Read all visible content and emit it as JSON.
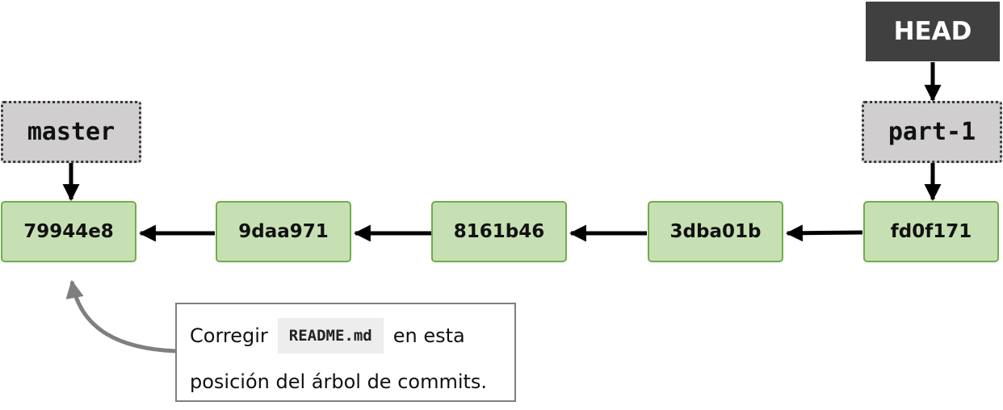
{
  "head": {
    "label": "HEAD",
    "color": "#404040"
  },
  "branches": {
    "master": "master",
    "part1": "part-1"
  },
  "commits": [
    "79944e8",
    "9daa971",
    "8161b46",
    "3dba01b",
    "fd0f171"
  ],
  "colors": {
    "commit_fill": "#c6e0b4",
    "commit_border": "#70ad47",
    "ref_fill": "#d0cece",
    "note_arrow": "#7f7f7f"
  },
  "note": {
    "text_before": "Corregir",
    "code": "README.md",
    "text_after": "en esta",
    "line2": "posición del árbol de commits."
  }
}
